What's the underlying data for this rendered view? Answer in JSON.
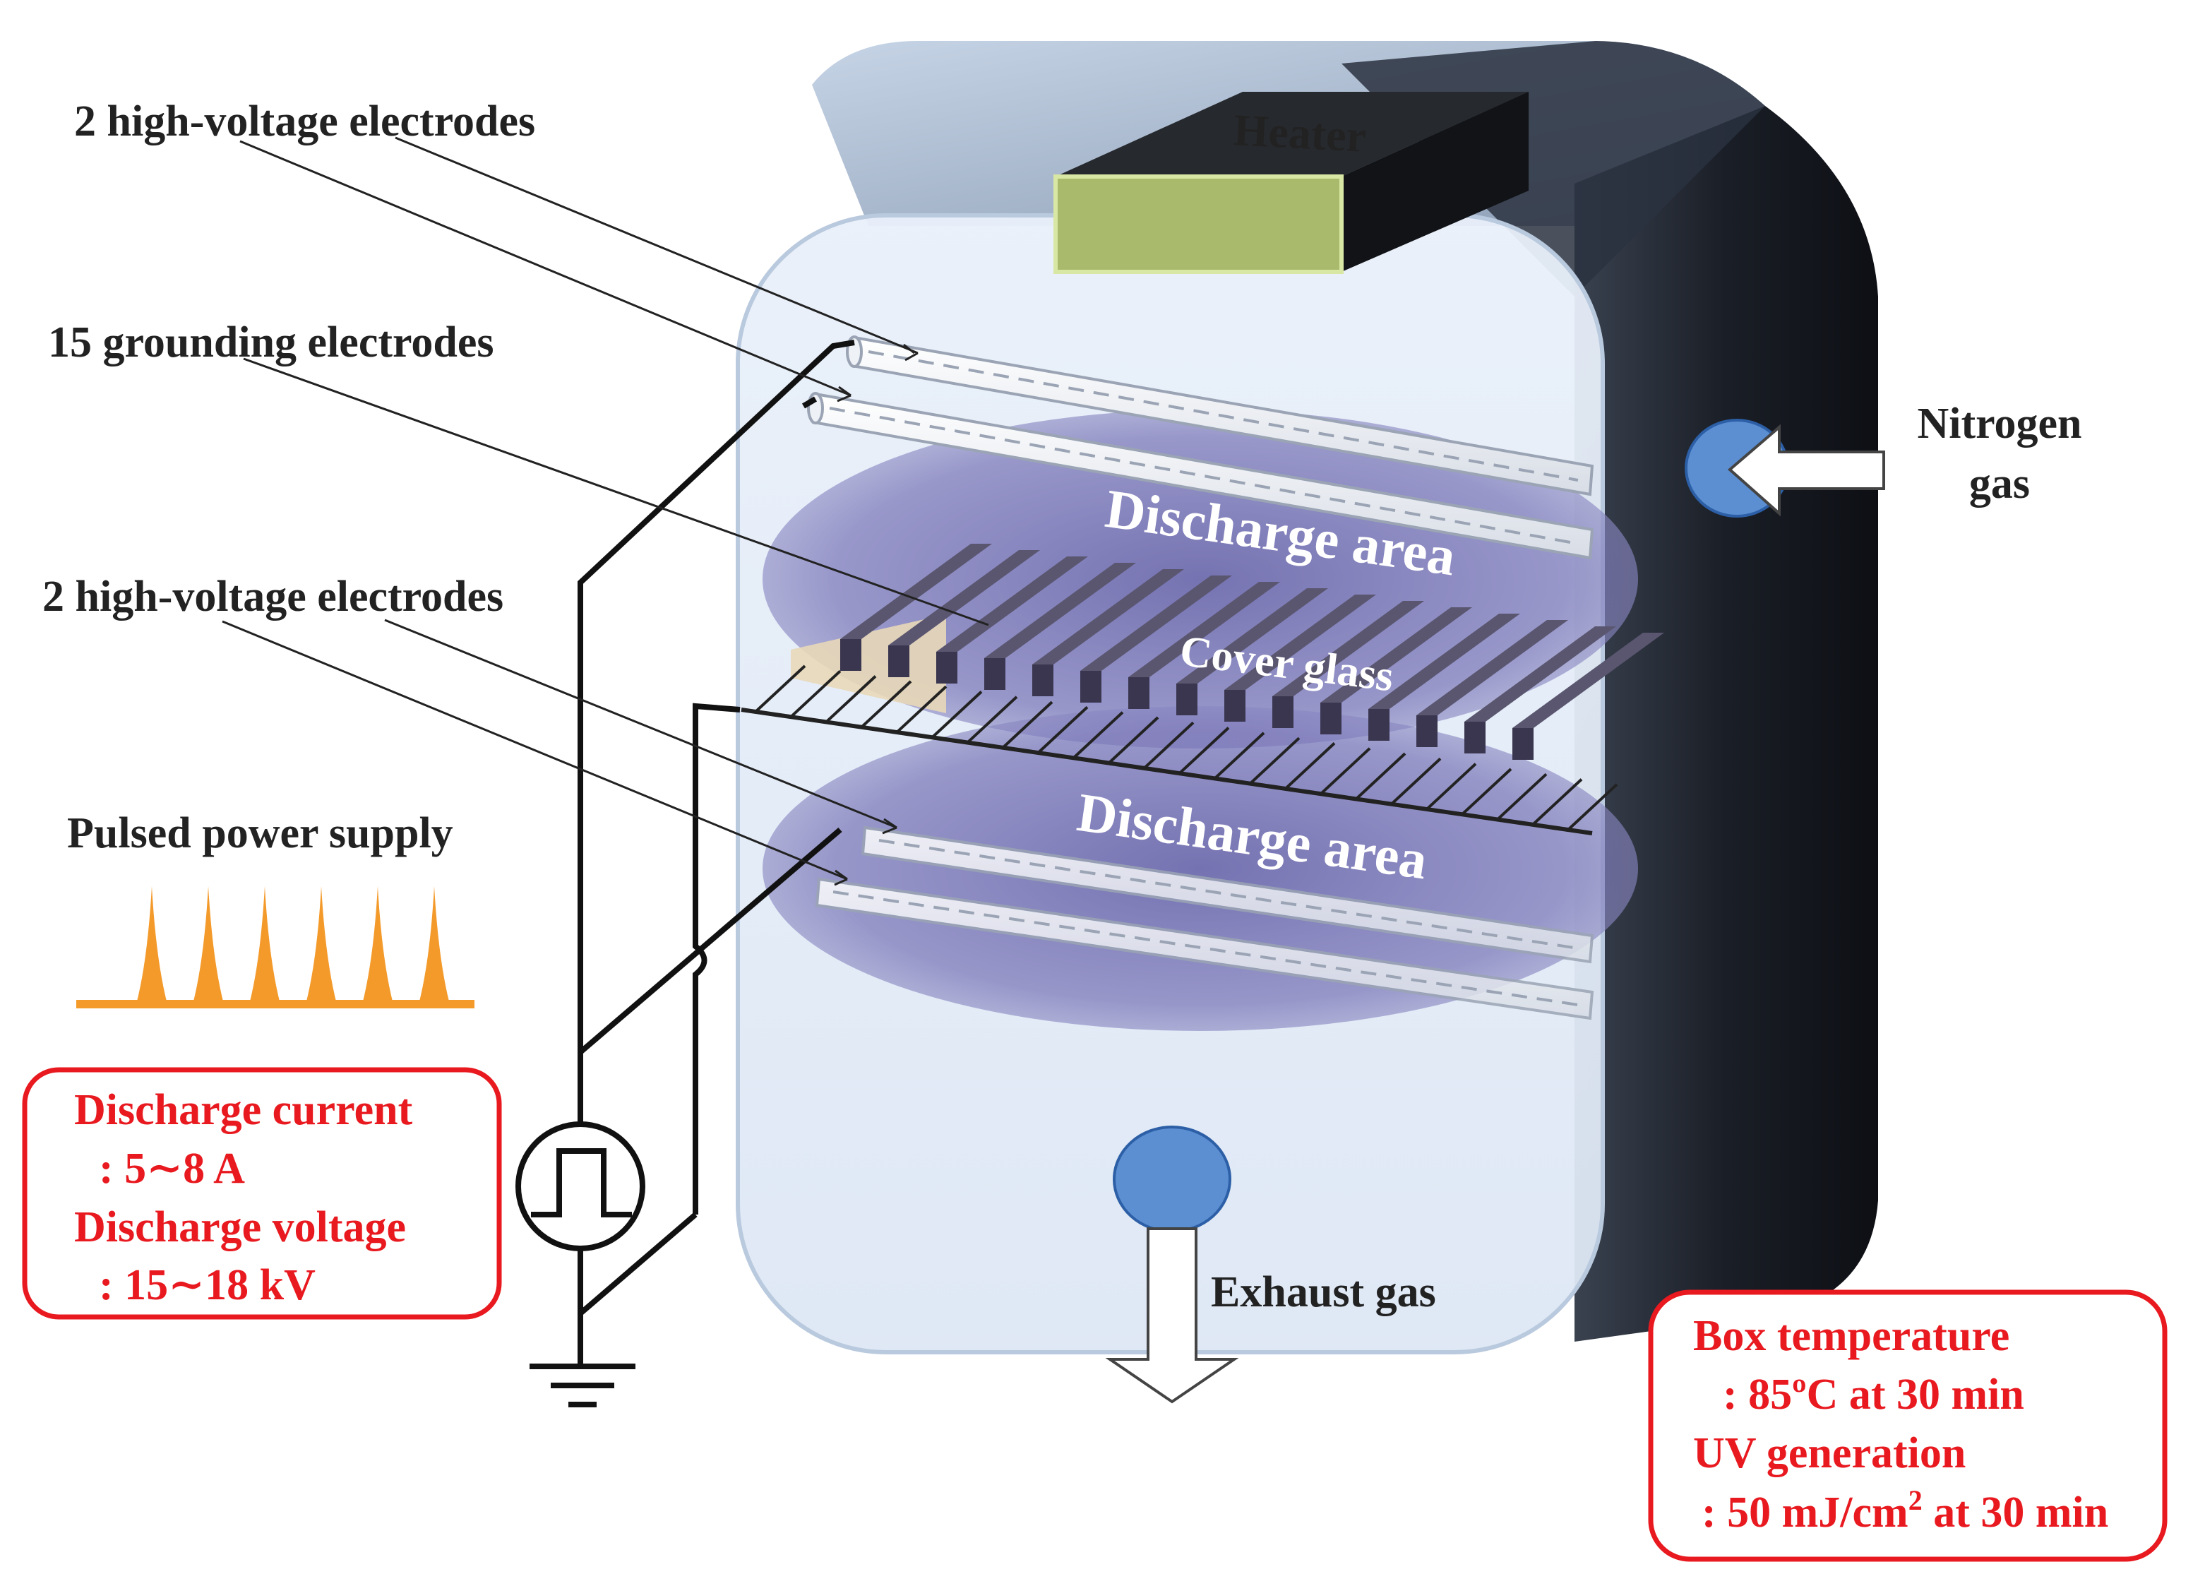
{
  "labels": {
    "hv_electrodes_top": "2 high-voltage electrodes",
    "grounding_electrodes": "15 grounding electrodes",
    "hv_electrodes_bottom": "2 high-voltage electrodes",
    "pulsed_power_supply": "Pulsed power supply",
    "heater": "Heater",
    "nitrogen_line1": "Nitrogen",
    "nitrogen_line2": "gas",
    "discharge_area_top": "Discharge area",
    "discharge_area_bottom": "Discharge area",
    "cover_glass": "Cover glass",
    "exhaust_gas": "Exhaust gas"
  },
  "discharge_box": {
    "current_label": "Discharge current",
    "current_value": ": 5∼8 A",
    "voltage_label": "Discharge voltage",
    "voltage_value": ": 15∼18 kV"
  },
  "conditions_box": {
    "temperature_label": "Box temperature",
    "temperature_value": ": 85ºC at 30 min",
    "uv_label": "UV generation",
    "uv_value_prefix": ": 50 mJ/cm",
    "uv_value_sup": "2",
    "uv_value_suffix": " at 30 min"
  },
  "colors": {
    "annotation_red": "#e8191f",
    "pulse_orange": "#f39a2b",
    "heater_green": "#a8b86a",
    "box_dark": "#1c2028",
    "chamber_glass": "#e6eef8",
    "discharge_purple": "#6a64a8",
    "port_blue": "#5b8fd2"
  },
  "icons": {
    "pulse_source": "pulse-source-icon",
    "ground": "ground-icon",
    "nitrogen_inlet": "arrow-left-icon",
    "exhaust_outlet": "arrow-down-icon"
  }
}
